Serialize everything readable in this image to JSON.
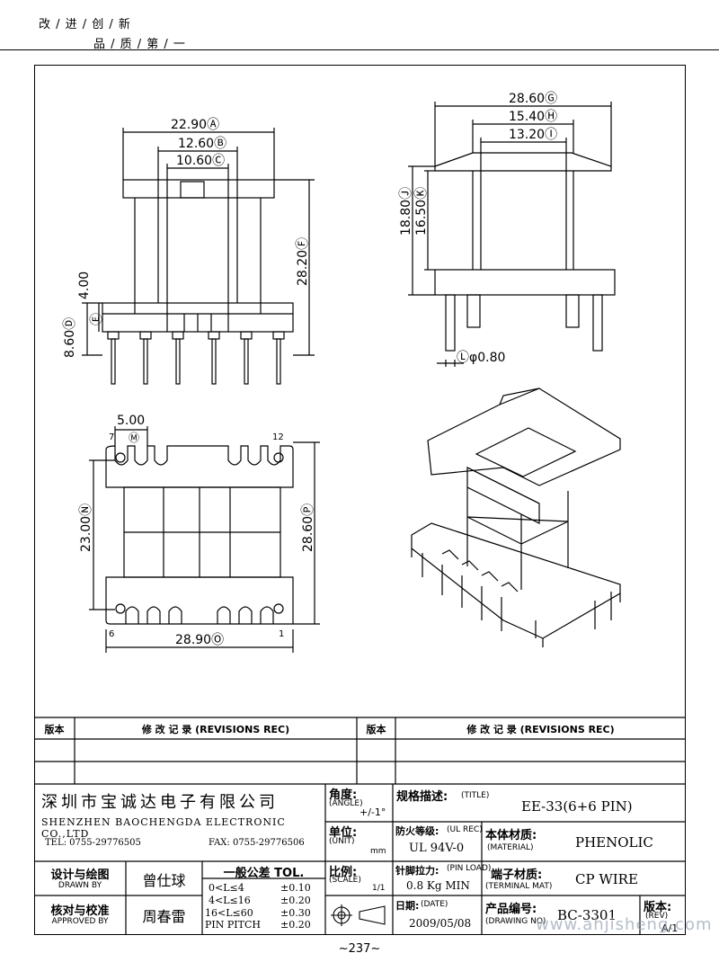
{
  "header": {
    "slogan_line1": "改 / 进 / 创 / 新",
    "slogan_line2": "品 / 质 / 第 / 一"
  },
  "drawing": {
    "front_view_dims": {
      "a": "22.90Ⓐ",
      "b": "12.60Ⓑ",
      "c": "10.60Ⓒ",
      "d": "4.00",
      "e": "8.60Ⓓ",
      "f": "Ⓔ",
      "g": "28.20Ⓕ"
    },
    "side_view_dims": {
      "a": "28.60Ⓖ",
      "b": "15.40Ⓗ",
      "c": "13.20Ⓘ",
      "d": "18.80Ⓙ",
      "e": "16.50Ⓚ",
      "f": "Ⓛφ0.80"
    },
    "bottom_view_dims": {
      "pitch": "5.00",
      "pitch_marker": "Ⓜ",
      "height_n": "23.00Ⓝ",
      "height_p": "28.60Ⓟ",
      "width_o": "28.90Ⓞ",
      "pin7": "7",
      "pin12": "12",
      "pin6": "6",
      "pin1": "1"
    }
  },
  "revisions": {
    "col1": "版本",
    "col2": "修 改 记 录 (REVISIONS REC)",
    "col3": "版本",
    "col4": "修 改 记 录 (REVISIONS REC)"
  },
  "title_block": {
    "company_cn": "深圳市宝诚达电子有限公司",
    "company_en": "SHENZHEN BAOCHENGDA ELECTRONIC CO.,LTD",
    "tel": "TEL: 0755-29776505",
    "fax": "FAX: 0755-29776506",
    "angle_label": "角度:",
    "angle_label_en": "(ANGLE)",
    "angle_value": "+/-1°",
    "unit_label": "单位:",
    "unit_label_en": "(UNIT)",
    "unit_value": "mm",
    "scale_label": "比例:",
    "scale_label_en": "(SCALE)",
    "scale_value": "1/1",
    "title_label": "规格描述:",
    "title_label_en": "(TITLE)",
    "title_value": "EE-33(6+6 PIN)",
    "ul_label": "防火等级:",
    "ul_label_en": "(UL REC)",
    "ul_value": "UL 94V-0",
    "material_label": "本体材质:",
    "material_label_en": "(MATERIAL)",
    "material_value": "PHENOLIC",
    "pinload_label": "针脚拉力:",
    "pinload_label_en": "(PIN LOAD)",
    "pinload_value": "0.8 Kg MIN",
    "terminal_label": "端子材质:",
    "terminal_label_en": "(TERMINAL MAT)",
    "terminal_value": "CP WIRE",
    "date_label": "日期:",
    "date_label_en": "(DATE)",
    "date_value": "2009/05/08",
    "drawingno_label": "产品编号:",
    "drawingno_label_en": "(DRAWING NO)",
    "drawingno_value": "BC-3301",
    "rev_label": "版本:",
    "rev_label_en": "(REV)",
    "rev_value": "A/1",
    "designer_label": "设计与绘图",
    "designer_label_en": "DRAWN BY",
    "designer_name": "曾仕球",
    "approver_label": "核对与校准",
    "approver_label_en": "APPROVED BY",
    "approver_name": "周春雷",
    "tol_title": "一般公差 TOL.",
    "tol_rows": [
      {
        "range": "0<L≤4",
        "value": "±0.10"
      },
      {
        "range": "4<L≤16",
        "value": "±0.20"
      },
      {
        "range": "16<L≤60",
        "value": "±0.30"
      },
      {
        "range": "PIN PITCH",
        "value": "±0.20"
      }
    ]
  },
  "watermark": "www.ahjisheng.com",
  "page_number": "~237~"
}
